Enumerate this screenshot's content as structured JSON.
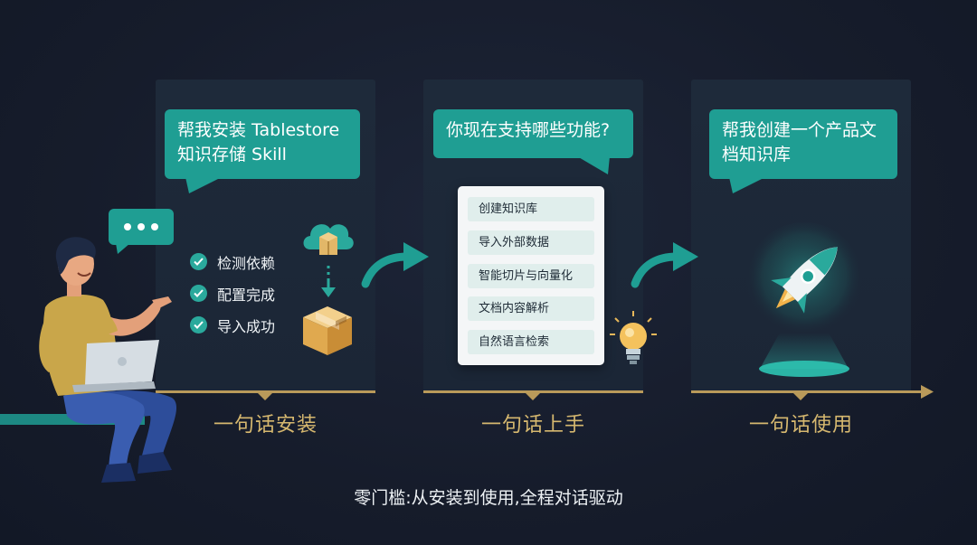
{
  "steps": [
    {
      "prompt": "帮我安装 Tablestore 知识存储 Skill",
      "checklist": [
        "检测依赖",
        "配置完成",
        "导入成功"
      ],
      "label": "一句话安装"
    },
    {
      "prompt": "你现在支持哪些功能?",
      "functions": [
        "创建知识库",
        "导入外部数据",
        "智能切片与向量化",
        "文档内容解析",
        "自然语言检索"
      ],
      "label": "一句话上手"
    },
    {
      "prompt": "帮我创建一个产品文档知识库",
      "label": "一句话使用"
    }
  ],
  "footer": "零门槛:从安装到使用,全程对话驱动",
  "icons": [
    "person-with-laptop-icon",
    "chat-dots-icon",
    "cloud-download-icon",
    "package-box-icon",
    "lightbulb-icon",
    "rocket-icon",
    "curved-arrow-icon"
  ],
  "colors": {
    "teal": "#1f9e93",
    "gold": "#b99a5a",
    "label_gold": "#d6b86f",
    "background": "#161c2b",
    "panel": "#1e2a3a"
  }
}
